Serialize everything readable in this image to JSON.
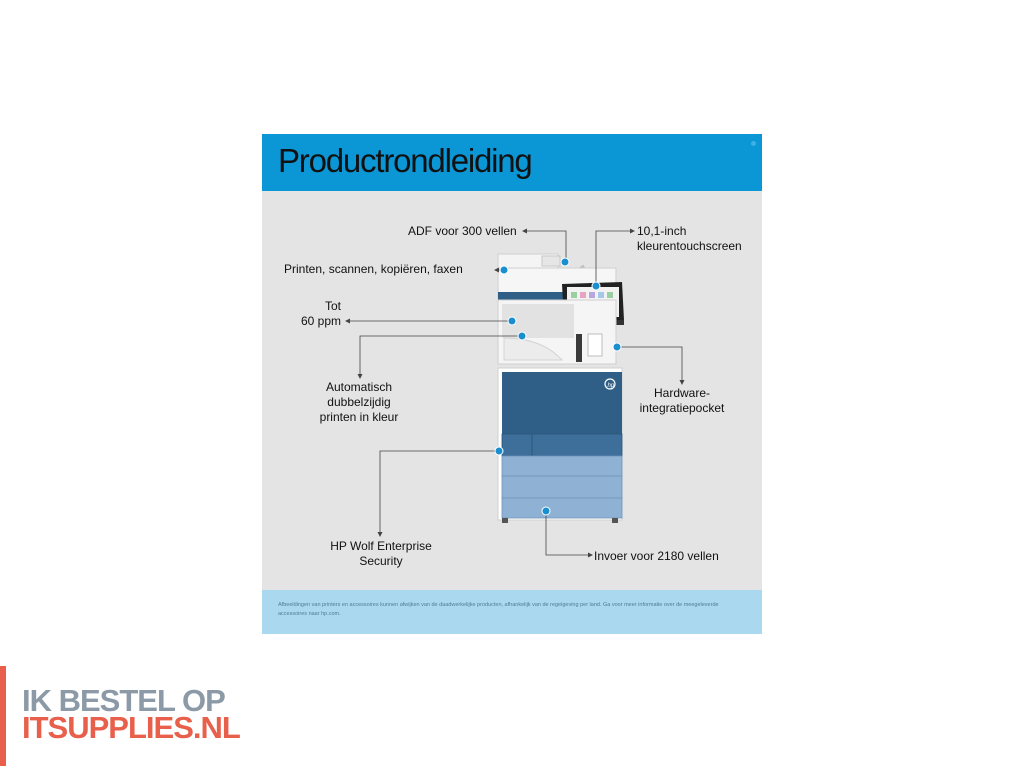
{
  "header": {
    "title": "Productrondleiding"
  },
  "callouts": {
    "adf": "ADF voor 300 vellen",
    "touch_1": "10,1-inch",
    "touch_2": "kleurentouchscreen",
    "functions": "Printen, scannen, kopiëren, faxen",
    "speed_1": "Tot",
    "speed_2": "60 ppm",
    "duplex_1": "Automatisch",
    "duplex_2": "dubbelzijdig",
    "duplex_3": "printen in kleur",
    "pocket_1": "Hardware-",
    "pocket_2": "integratiepocket",
    "security_1": "HP Wolf Enterprise",
    "security_2": "Security",
    "input": "Invoer voor 2180 vellen"
  },
  "footer": {
    "note": "Afbeeldingen van printers en accessoires kunnen afwijken van de daadwerkelijke producten, afhankelijk van de regelgeving per land. Ga voor meer informatie over de meegeleverde accessoires naar hp.com."
  },
  "brand": {
    "line1": "IK BESTEL OP",
    "line2": "ITSUPPLIES.NL"
  },
  "colors": {
    "header": "#0b96d6",
    "panel": "#e4e4e4",
    "footer": "#aad8ee",
    "printer_blue": "#2f5f86",
    "tray_blue": "#8fb2d4",
    "callout_dot": "#1a8fd0",
    "brand_orange": "#e8604c",
    "brand_grey": "#8b9aa6"
  }
}
